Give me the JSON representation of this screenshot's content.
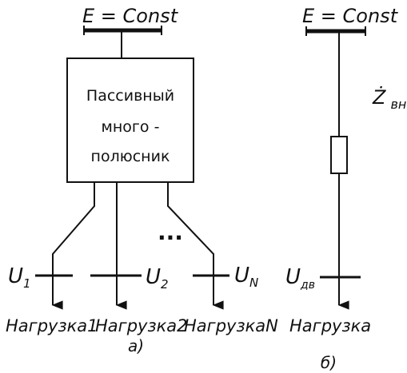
{
  "diagram_a": {
    "source_label": "E = Const",
    "block_lines": [
      "Пассивный",
      "много -",
      "полюсник"
    ],
    "dots": "...",
    "u1_symbol": "U",
    "u1_sub": "1",
    "u2_symbol": "U",
    "u2_sub": "2",
    "un_symbol": "U",
    "un_sub": "N",
    "load_1": "Нагрузка1",
    "load_2": "Нагрузка2",
    "load_n": "НагрузкаN",
    "caption": "а)"
  },
  "diagram_b": {
    "source_label": "E = Const",
    "impedance_symbol": "Ż",
    "impedance_sub": "вн",
    "impedance_eq": "=",
    "voltage_symbol": "U",
    "voltage_sub": "дв",
    "load": "Нагрузка",
    "caption": "б)"
  }
}
